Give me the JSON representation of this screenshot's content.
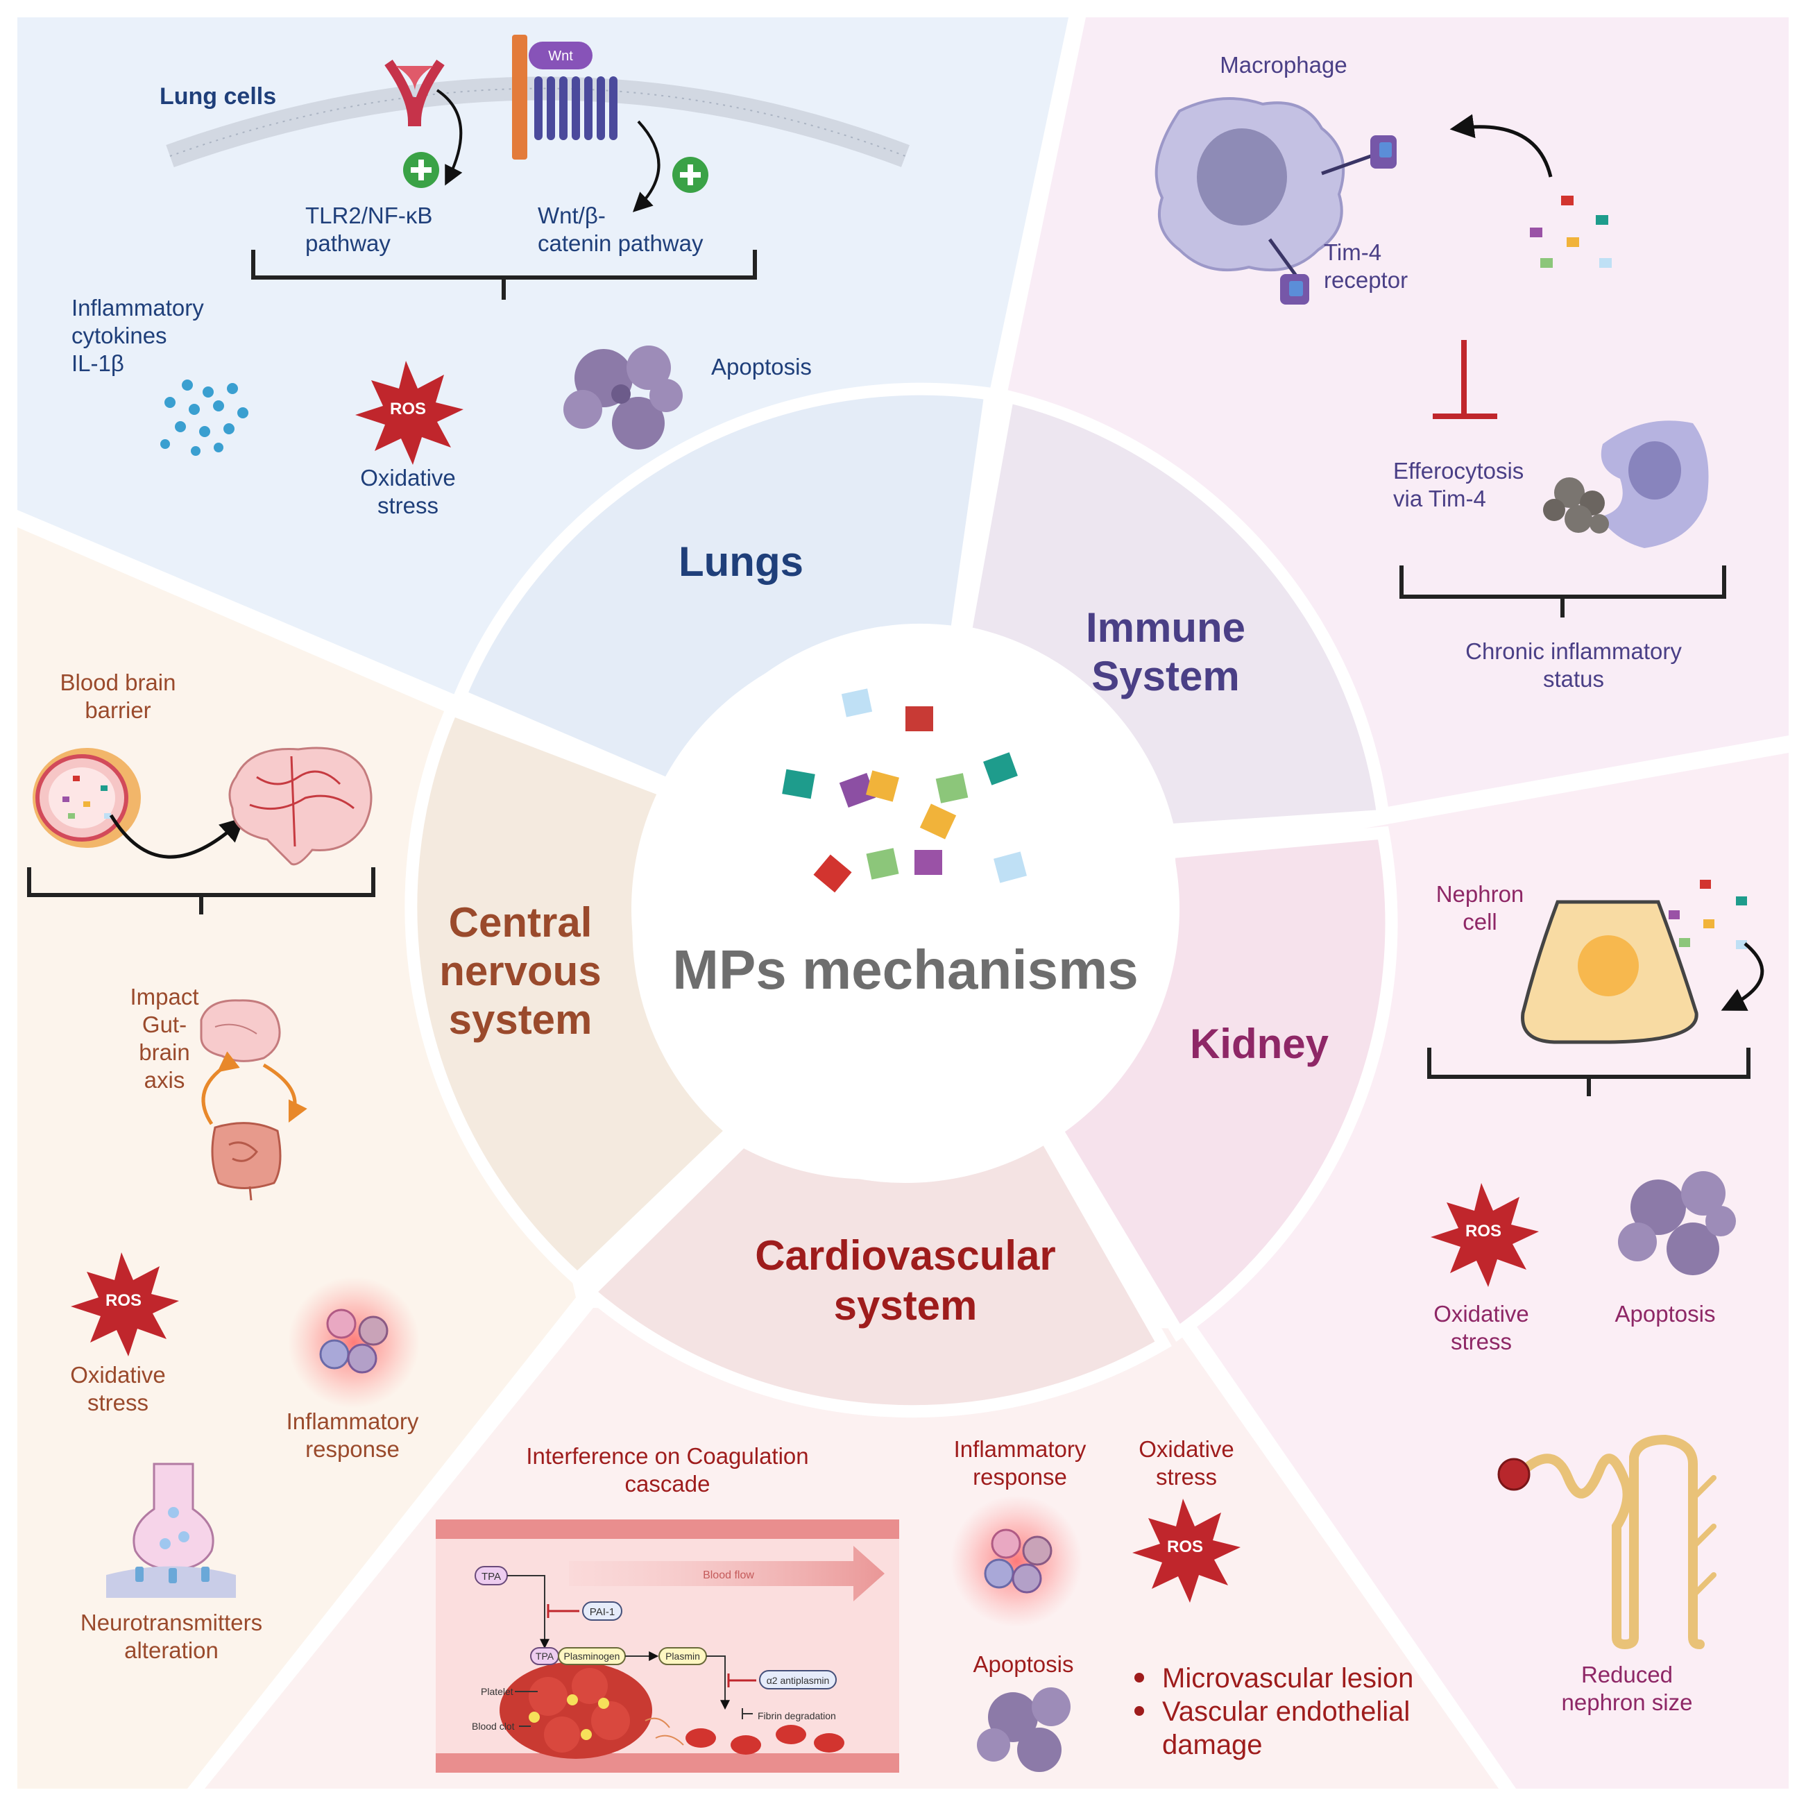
{
  "center": {
    "title": "MPs mechanisms"
  },
  "ring": {
    "lungs": "Lungs",
    "immune": [
      "Immune",
      "System"
    ],
    "kidney": "Kidney",
    "cardio": [
      "Cardiovascular",
      "system"
    ],
    "cns": [
      "Central",
      "nervous",
      "system"
    ]
  },
  "lungs_panel": {
    "cell_label": "Lung cells",
    "wnt_label": "Wnt",
    "tlr_pathway": [
      "TLR2/NF-κB",
      "pathway"
    ],
    "wnt_pathway": [
      "Wnt/β-",
      "catenin pathway"
    ],
    "cytokines": [
      "Inflammatory",
      "cytokines",
      "IL-1β"
    ],
    "ros": "ROS",
    "oxidative": [
      "Oxidative",
      "stress"
    ],
    "apoptosis": "Apoptosis"
  },
  "immune_panel": {
    "macrophage": "Macrophage",
    "receptor": [
      "Tim-4",
      "receptor"
    ],
    "efferocytosis": [
      "Efferocytosis",
      "via Tim-4"
    ],
    "chronic": [
      "Chronic inflammatory",
      "status"
    ]
  },
  "kidney_panel": {
    "nephron_cell": [
      "Nephron",
      "cell"
    ],
    "ros": "ROS",
    "oxidative": [
      "Oxidative",
      "stress"
    ],
    "apoptosis": "Apoptosis",
    "reduced": [
      "Reduced",
      "nephron size"
    ]
  },
  "cardio_panel": {
    "coag_title": [
      "Interference on Coagulation",
      "cascade"
    ],
    "blood_flow": "Blood flow",
    "tpa": "TPA",
    "pai": "PAI-1",
    "tpa2": "TPA",
    "plasminogen": "Plasminogen",
    "plasmin": "Plasmin",
    "antiplasmin": "α2 antiplasmin",
    "platelet": "Platelet",
    "fibrin": "Fibrin degradation",
    "blood_clot": "Blood clot",
    "inflammatory": [
      "Inflammatory",
      "response"
    ],
    "oxidative": [
      "Oxidative",
      "stress"
    ],
    "ros": "ROS",
    "apoptosis": "Apoptosis",
    "bullets": [
      "Microvascular lesion",
      "Vascular endothelial",
      "damage"
    ]
  },
  "cns_panel": {
    "bbb": [
      "Blood brain",
      "barrier"
    ],
    "gut": [
      "Impact",
      "Gut-",
      "brain",
      "axis"
    ],
    "ros": "ROS",
    "oxidative": [
      "Oxidative",
      "stress"
    ],
    "inflammatory": [
      "Inflammatory",
      "response"
    ],
    "neuro": [
      "Neurotransmitters",
      "alteration"
    ]
  },
  "colors": {
    "lungs": "#1f3f7a",
    "immune": "#4a3f86",
    "kidney": "#8e2766",
    "cardio": "#9e1c1c",
    "cns": "#9a4a2c",
    "ros_red": "#b3232a"
  }
}
